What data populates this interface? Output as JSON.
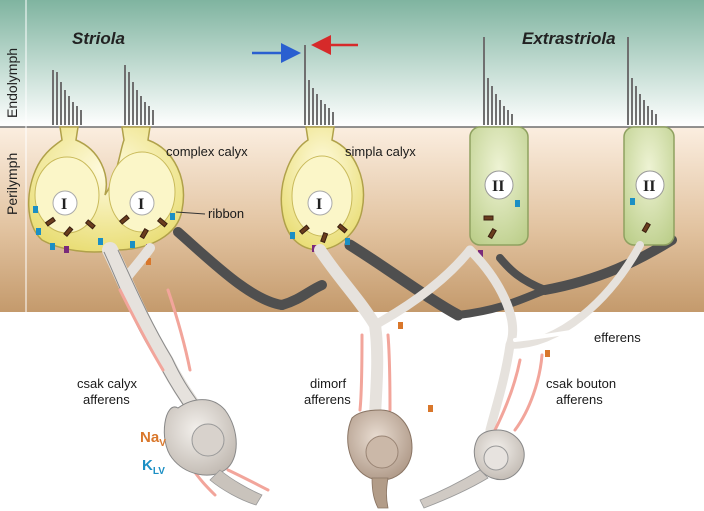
{
  "regions": {
    "endolymph": "Endolymph",
    "perilymph": "Perilymph",
    "striola": "Striola",
    "extrastriola": "Extrastriola"
  },
  "labels": {
    "complex_calyx": "complex calyx",
    "simpla_calyx": "simpla calyx",
    "ribbon": "ribbon",
    "efferens": "efferens",
    "calyx_only_1": "csak calyx",
    "calyx_only_2": "afferens",
    "dimorph_1": "dimorf",
    "dimorph_2": "afferens",
    "bouton_only_1": "csak bouton",
    "bouton_only_2": "afferens"
  },
  "channels": {
    "na_main": "Na",
    "na_sub": "V",
    "k_main": "K",
    "k_sub": "LV"
  },
  "hair_cell_types": {
    "type_one": "I",
    "type_two": "II"
  },
  "colors": {
    "endolymph_top": "#7fb4a0",
    "perilymph": "#c9a27a",
    "calyx_fill": "#f2ec9a",
    "type2_fill": "#cfdca3",
    "nerve_fill": "#e4e0dc",
    "na_channel": "#d9772b",
    "k_channel": "#1b8fc4",
    "efferent": "#555555",
    "arrow_blue": "#2a5fd0",
    "arrow_red": "#d62a2a"
  }
}
